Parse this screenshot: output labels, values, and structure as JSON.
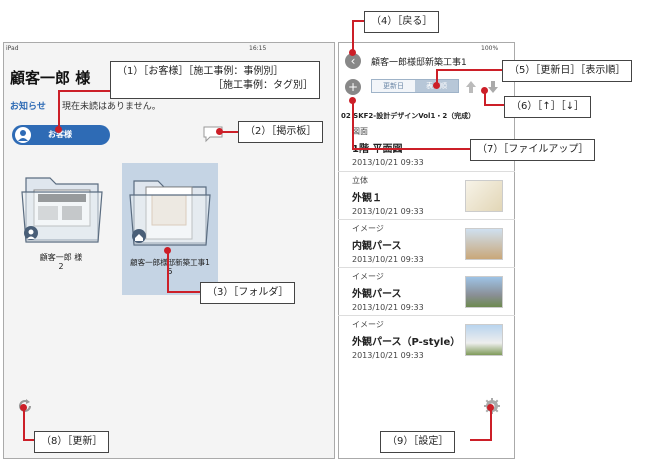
{
  "left": {
    "status_carrier": "iPad",
    "status_time": "16:15",
    "customer_name": "顧客一郎 様",
    "notice_label": "お知らせ",
    "notice_text": "現在未読はありません。",
    "customer_button": "お客様",
    "folders": [
      {
        "label": "顧客一郎 様",
        "count": "2"
      },
      {
        "label": "顧客一郎様邸新築工事1",
        "count": "5"
      }
    ]
  },
  "right": {
    "status_battery": "100%",
    "title": "顧客一郎様邸新築工事1",
    "seg_update": "更新日",
    "seg_display": "表示順",
    "header_row": "02 SKF2-設計デザインVol1・2（完成）",
    "items": [
      {
        "category": "図面",
        "title": "1階 平面図",
        "date": "2013/10/21 09:33"
      },
      {
        "category": "立体",
        "title": "外観１",
        "date": "2013/10/21 09:33"
      },
      {
        "category": "イメージ",
        "title": "内観パース",
        "date": "2013/10/21 09:33"
      },
      {
        "category": "イメージ",
        "title": "外観パース",
        "date": "2013/10/21 09:33"
      },
      {
        "category": "イメージ",
        "title": "外観パース（P-style）",
        "date": "2013/10/21 09:33"
      }
    ]
  },
  "callouts": {
    "c1_line1": "（1）［お客様］［施工事例：事例別］",
    "c1_line2": "［施工事例：タグ別］",
    "c2": "（2）［掲示板］",
    "c3": "（3）［フォルダ］",
    "c4": "（4）［戻る］",
    "c5": "（5）［更新日］［表示順］",
    "c6": "（6）［↑］［↓］",
    "c7": "（7）［ファイルアップ］",
    "c8": "（8）［更新］",
    "c9": "（9）［設定］"
  },
  "colors": {
    "accent": "#2e6bb5",
    "callout_line": "#cc1f28"
  }
}
